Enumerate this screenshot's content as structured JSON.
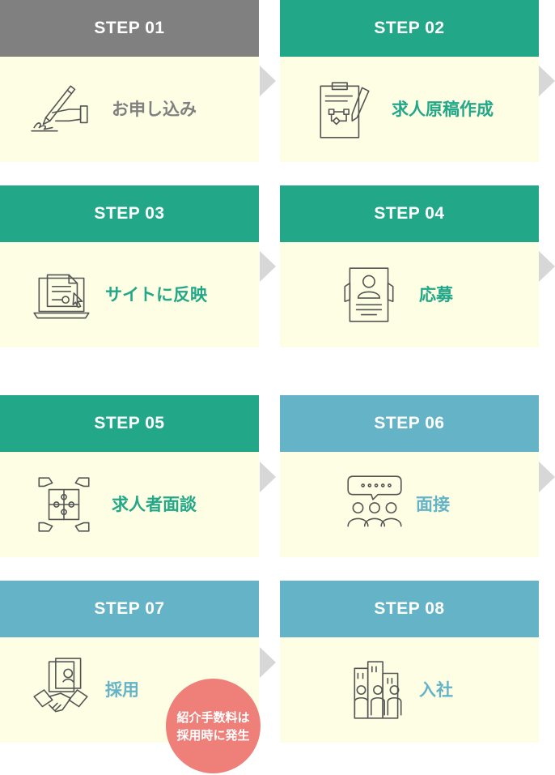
{
  "steps": [
    {
      "header": "STEP 01",
      "label": "お申し込み",
      "icon": "signing-hand-icon"
    },
    {
      "header": "STEP 02",
      "label": "求人原稿作成",
      "icon": "clipboard-plan-icon"
    },
    {
      "header": "STEP 03",
      "label": "サイトに反映",
      "icon": "laptop-document-icon"
    },
    {
      "header": "STEP 04",
      "label": "応募",
      "icon": "resume-profile-icon"
    },
    {
      "header": "STEP 05",
      "label": "求人者面談",
      "icon": "puzzle-hands-icon"
    },
    {
      "header": "STEP 06",
      "label": "面接",
      "icon": "group-speech-icon"
    },
    {
      "header": "STEP 07",
      "label": "採用",
      "icon": "handshake-contract-icon"
    },
    {
      "header": "STEP 08",
      "label": "入社",
      "icon": "team-building-icon"
    }
  ],
  "fee_badge": {
    "line1": "紹介手数料は",
    "line2": "採用時に発生"
  },
  "colors": {
    "gray": "#808080",
    "green": "#22a788",
    "blue": "#64b3c6",
    "card_bg": "#fdfee3",
    "arrow": "#d7d7d7",
    "badge": "#ee7f79"
  }
}
